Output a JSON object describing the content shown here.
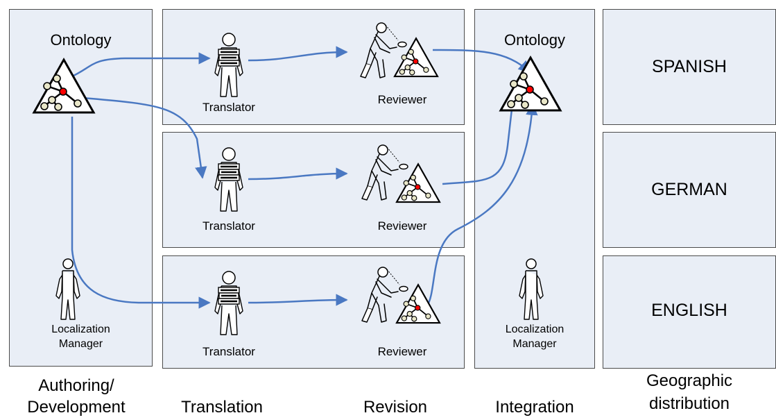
{
  "colors": {
    "panel_fill": "#e9eef6",
    "panel_border": "#4a4a4a",
    "arrow": "#4a78c2",
    "root_node": "#ff0000",
    "leaf_node": "#e8e6c8"
  },
  "panels": {
    "authoring": {
      "ontology_label": "Ontology",
      "manager_label_line1": "Localization",
      "manager_label_line2": "Manager"
    },
    "lanes": [
      {
        "translator_label": "Translator",
        "reviewer_label": "Reviewer"
      },
      {
        "translator_label": "Translator",
        "reviewer_label": "Reviewer"
      },
      {
        "translator_label": "Translator",
        "reviewer_label": "Reviewer"
      }
    ],
    "integration": {
      "ontology_label": "Ontology",
      "manager_label_line1": "Localization",
      "manager_label_line2": "Manager"
    },
    "languages": [
      "SPANISH",
      "GERMAN",
      "ENGLISH"
    ]
  },
  "stages": {
    "authoring_line1": "Authoring/",
    "authoring_line2": "Development",
    "translation": "Translation",
    "revision": "Revision",
    "integration": "Integration",
    "distribution_line1": "Geographic",
    "distribution_line2": "distribution"
  },
  "icons": {
    "ontology": "ontology-triangle-icon",
    "translator": "translator-person-icon",
    "reviewer": "reviewer-person-icon",
    "manager": "manager-person-icon"
  }
}
